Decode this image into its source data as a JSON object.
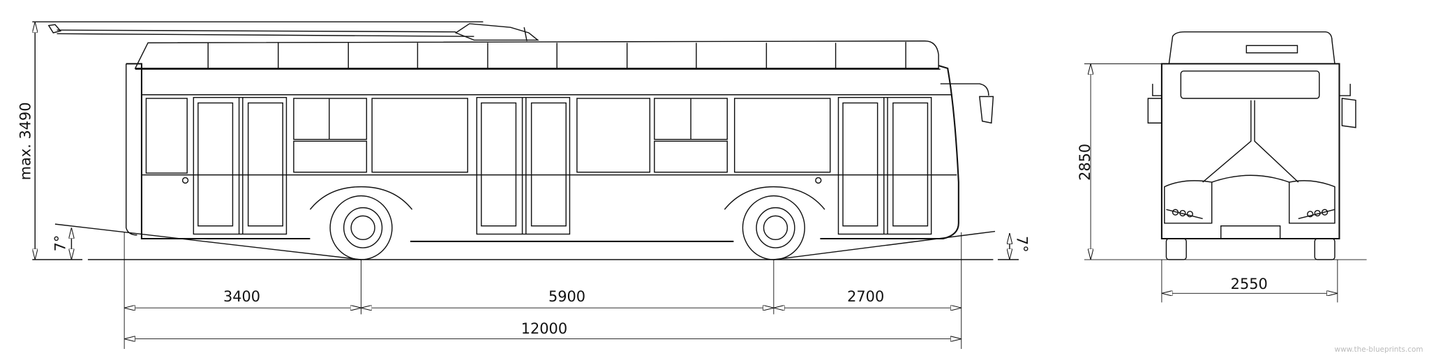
{
  "dimensions": {
    "max_height": "max. 3490",
    "rear_angle": "7°",
    "front_angle": "7°",
    "rear_overhang": "3400",
    "wheelbase": "5900",
    "front_overhang": "2700",
    "total_length": "12000",
    "front_height": "2850",
    "width": "2550"
  },
  "watermark": "www.the-blueprints.com"
}
